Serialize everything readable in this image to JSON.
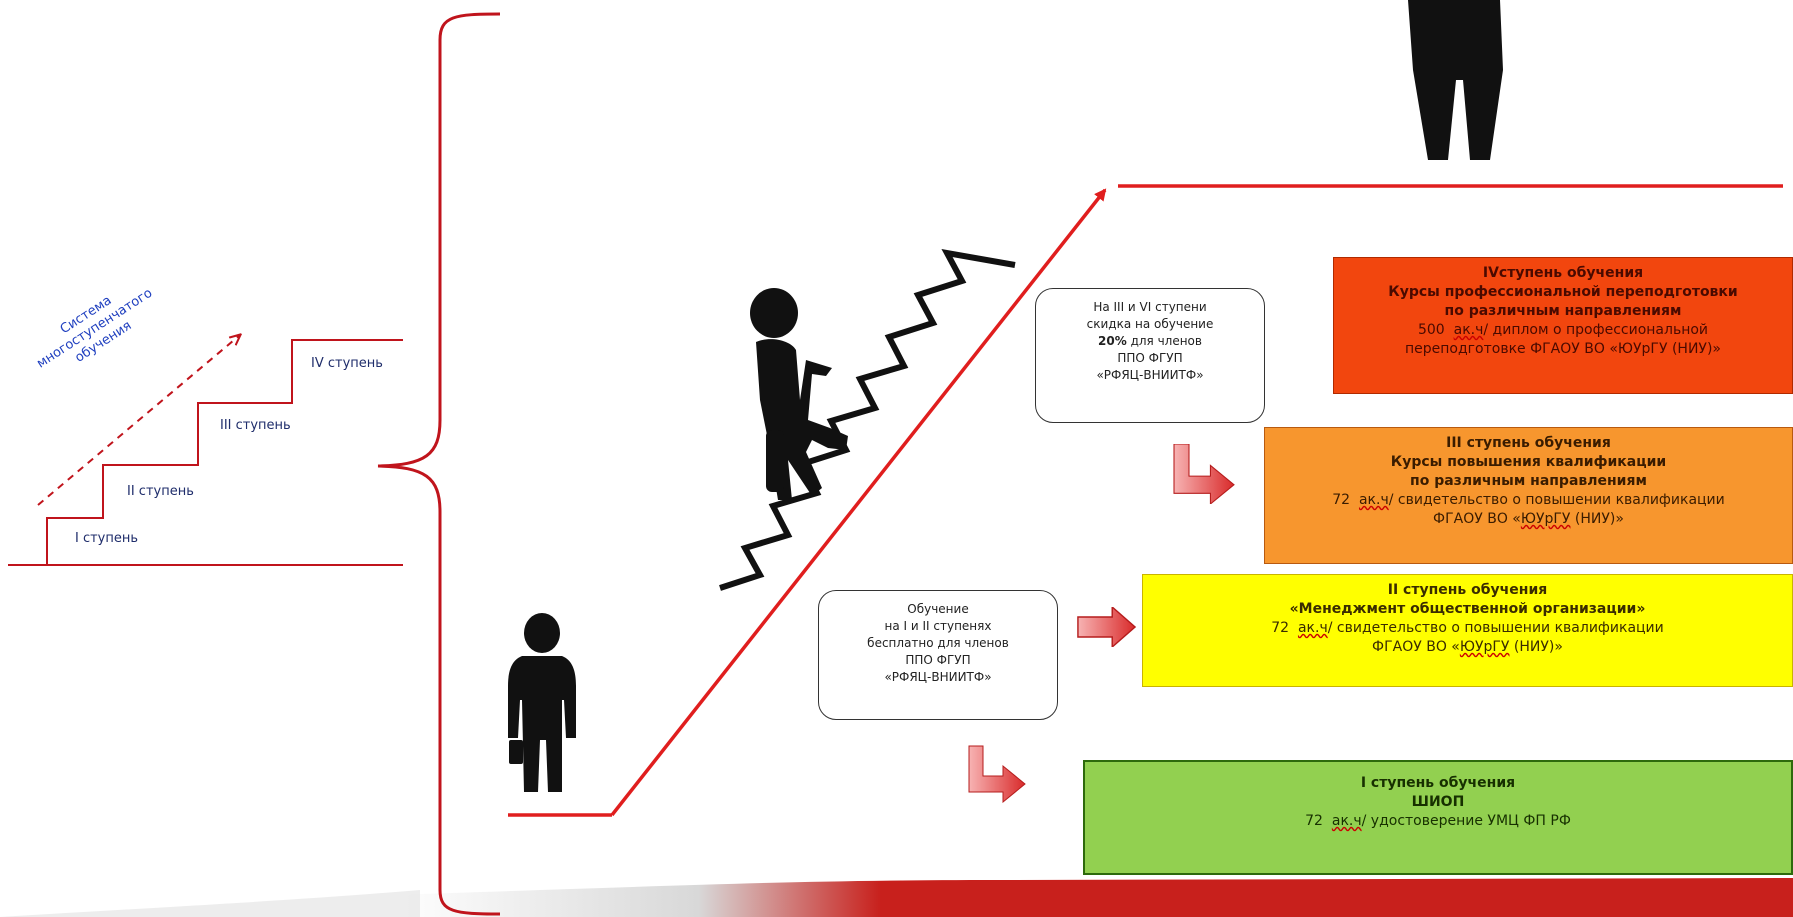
{
  "colors": {
    "red_line": "#e01e1e",
    "brace": "#c0141c",
    "level4": "#f2460e",
    "level3": "#f7962e",
    "level2": "#ffff00",
    "level1": "#92d050",
    "bottom_band": "#c8201c",
    "label_blue": "#1f2d6b"
  },
  "stairs": {
    "system_label": [
      "Система",
      "многоступенчатого",
      "обучения"
    ],
    "steps": [
      "I ступень",
      "II ступень",
      "III ступень",
      "IV ступень"
    ]
  },
  "notes": {
    "top": {
      "line1": "На  III и VI ступени",
      "line2": "скидка на обучение",
      "line3_bold": "20%",
      "line3_rest": " для членов",
      "line4": "ППО ФГУП",
      "line5": "«РФЯЦ-ВНИИТФ»"
    },
    "bottom": {
      "line1": "Обучение",
      "line2": "на  I и II ступенях",
      "line3": "бесплатно для членов",
      "line4": "ППО ФГУП",
      "line5": "«РФЯЦ-ВНИИТФ»"
    }
  },
  "levels": {
    "level4": {
      "title": "IVступень обучения",
      "subtitle1": "Курсы профессиональной переподготовки",
      "subtitle2": "по различным направлениям",
      "hours": "500",
      "unit": "ак.ч",
      "detail1": "/ диплом о профессиональной",
      "detail2": "переподготовке ФГАОУ ВО «ЮУрГУ (НИУ)»"
    },
    "level3": {
      "title": "III ступень обучения",
      "subtitle1": "Курсы повышения квалификации",
      "subtitle2": "по различным направлениям",
      "hours": "72",
      "unit": "ак.ч",
      "detail1": "/ свидетельство о повышении квалификации",
      "detail2_pre": "ФГАОУ ВО «",
      "detail2_u": "ЮУрГУ",
      "detail2_post": " (НИУ)»"
    },
    "level2": {
      "title": "II ступень обучения",
      "subtitle1": "«Менеджмент общественной организации»",
      "hours": "72",
      "unit": "ак.ч",
      "detail1": "/ свидетельство о повышении квалификации",
      "detail2_pre": "ФГАОУ ВО «",
      "detail2_u": "ЮУрГУ",
      "detail2_post": " (НИУ)»"
    },
    "level1": {
      "title": "I ступень обучения",
      "subtitle1": "ШИОП",
      "hours": "72",
      "unit": "ак.ч",
      "detail1": "/ удостоверение УМЦ ФП РФ"
    }
  }
}
